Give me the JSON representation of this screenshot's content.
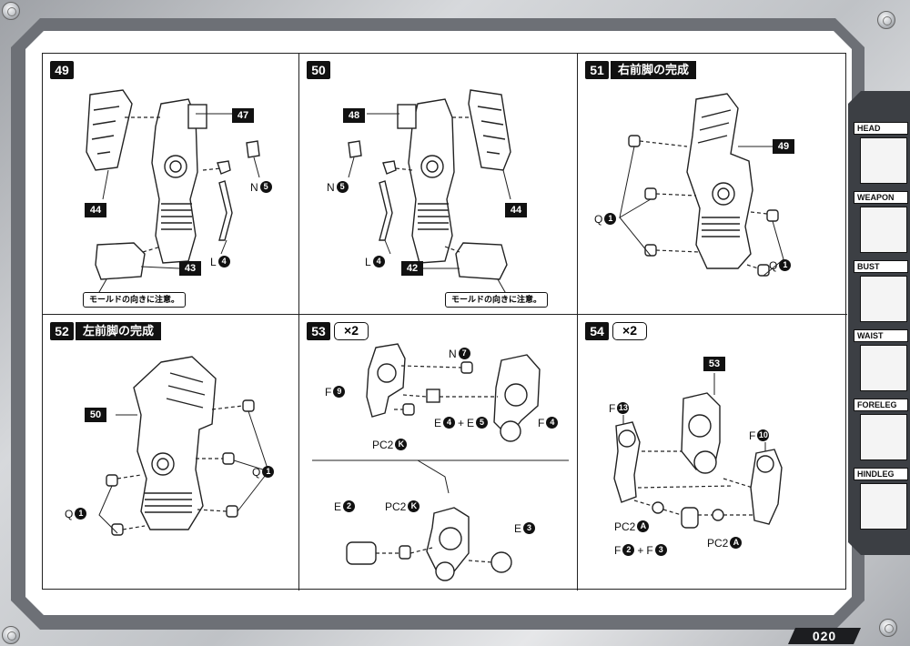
{
  "page_number": "020",
  "steps": [
    {
      "number": "49",
      "title": "",
      "multiplier": "",
      "labels": {
        "a": "47",
        "b": "44",
        "c": "43"
      },
      "parts": [
        {
          "letter": "N",
          "num": "5"
        },
        {
          "letter": "L",
          "num": "4"
        }
      ],
      "note": "モールドの向きに注意。"
    },
    {
      "number": "50",
      "title": "",
      "multiplier": "",
      "labels": {
        "a": "48",
        "b": "44",
        "c": "42"
      },
      "parts": [
        {
          "letter": "N",
          "num": "5"
        },
        {
          "letter": "L",
          "num": "4"
        }
      ],
      "note": "モールドの向きに注意。"
    },
    {
      "number": "51",
      "title": "右前脚の完成",
      "multiplier": "",
      "labels": {
        "a": "49"
      },
      "parts": [
        {
          "letter": "Q",
          "num": "1"
        },
        {
          "letter": "Q",
          "num": "1"
        }
      ]
    },
    {
      "number": "52",
      "title": "左前脚の完成",
      "multiplier": "",
      "labels": {
        "a": "50"
      },
      "parts": [
        {
          "letter": "Q",
          "num": "1"
        },
        {
          "letter": "Q",
          "num": "1"
        }
      ]
    },
    {
      "number": "53",
      "title": "",
      "multiplier": "×2",
      "parts": [
        {
          "letter": "N",
          "num": "7"
        },
        {
          "letter": "F",
          "num": "9"
        },
        {
          "letter": "E",
          "num": "4",
          "plus": "+",
          "letter2": "E",
          "num2": "5"
        },
        {
          "letter": "F",
          "num": "4"
        },
        {
          "letter": "PC2",
          "num": "K"
        },
        {
          "letter": "E",
          "num": "2"
        },
        {
          "letter": "PC2",
          "num": "K"
        },
        {
          "letter": "E",
          "num": "3"
        }
      ]
    },
    {
      "number": "54",
      "title": "",
      "multiplier": "×2",
      "labels": {
        "a": "53"
      },
      "parts": [
        {
          "letter": "F",
          "num": "13"
        },
        {
          "letter": "F",
          "num": "10"
        },
        {
          "letter": "PC2",
          "num": "A"
        },
        {
          "letter": "F",
          "num": "2",
          "plus": "+",
          "letter2": "F",
          "num2": "3"
        },
        {
          "letter": "PC2",
          "num": "A"
        }
      ]
    }
  ],
  "sidebar": [
    {
      "label": "HEAD",
      "icon": "head-icon"
    },
    {
      "label": "WEAPON",
      "icon": "weapon-icon"
    },
    {
      "label": "BUST",
      "icon": "bust-icon"
    },
    {
      "label": "WAIST",
      "icon": "waist-icon"
    },
    {
      "label": "FORELEG",
      "icon": "foreleg-icon"
    },
    {
      "label": "HINDLEG",
      "icon": "hindleg-icon"
    }
  ]
}
